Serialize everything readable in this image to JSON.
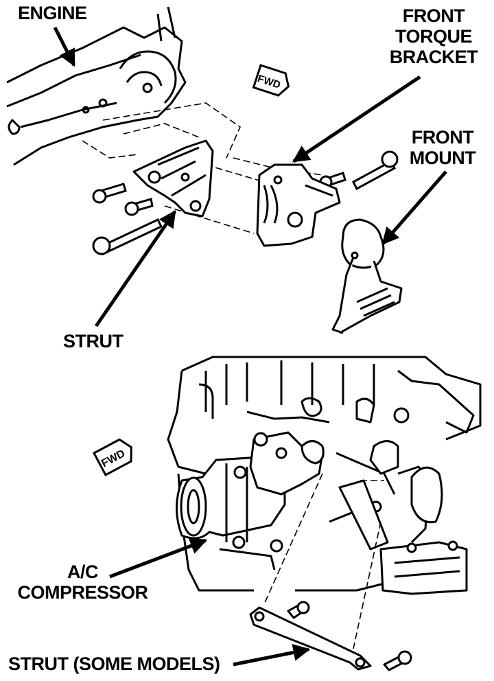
{
  "labels": {
    "engine": "ENGINE",
    "front_torque_bracket": [
      "FRONT",
      "TORQUE",
      "BRACKET"
    ],
    "front_mount": [
      "FRONT",
      "MOUNT"
    ],
    "strut": "STRUT",
    "ac_compressor": [
      "A/C",
      "COMPRESSOR"
    ],
    "strut_some_models": "STRUT (SOME MODELS)"
  },
  "fwd_tags": [
    "FWD",
    "FWD"
  ],
  "colors": {
    "ink": "#000000",
    "paper": "#ffffff"
  }
}
